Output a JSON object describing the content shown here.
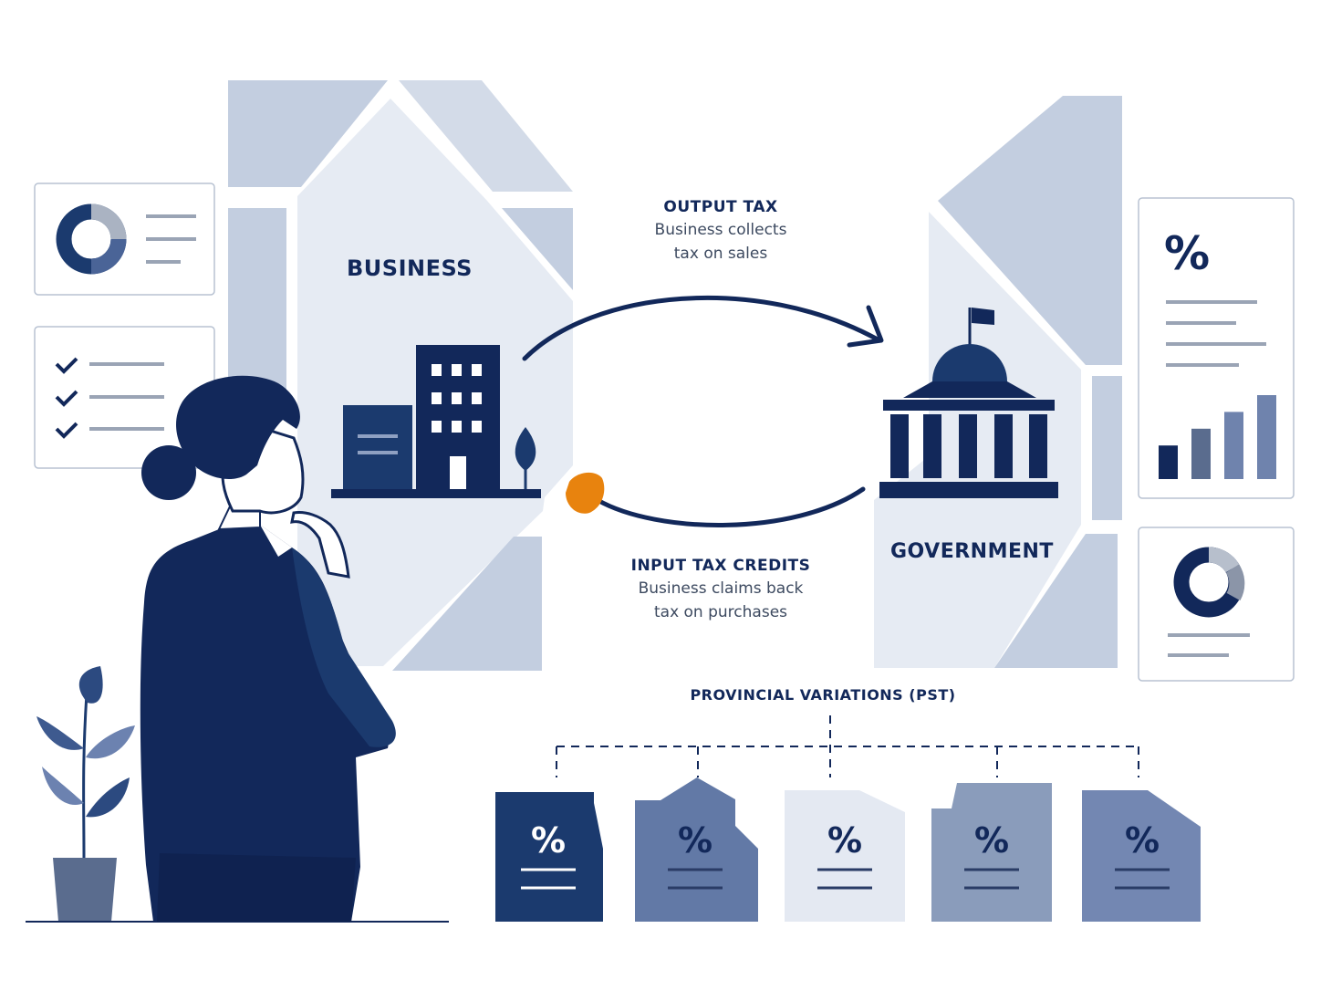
{
  "business": {
    "label": "BUSINESS"
  },
  "government": {
    "label": "GOVERNMENT"
  },
  "output_tax": {
    "title": "OUTPUT TAX",
    "line1": "Business collects",
    "line2": "tax on sales"
  },
  "input_tax": {
    "title": "INPUT TAX CREDITS",
    "line1": "Business claims back",
    "line2": "tax on purchases"
  },
  "provincial": {
    "title": "PROVINCIAL VARIATIONS (PST)",
    "cards": [
      {
        "symbol": "%",
        "color": "#1b3a6e"
      },
      {
        "symbol": "%",
        "color": "#6279a6"
      },
      {
        "symbol": "%",
        "color": "#e4e9f2"
      },
      {
        "symbol": "%",
        "color": "#8a9cbb"
      },
      {
        "symbol": "%",
        "color": "#7387b2"
      }
    ]
  },
  "report_panel": {
    "symbol": "%",
    "bar_levels": [
      0.4,
      0.6,
      0.8,
      1.0
    ]
  },
  "colors": {
    "navy": "#12285a",
    "slate": "#c3cee0",
    "pale": "#e6ebf3",
    "accent": "#e8830e"
  }
}
